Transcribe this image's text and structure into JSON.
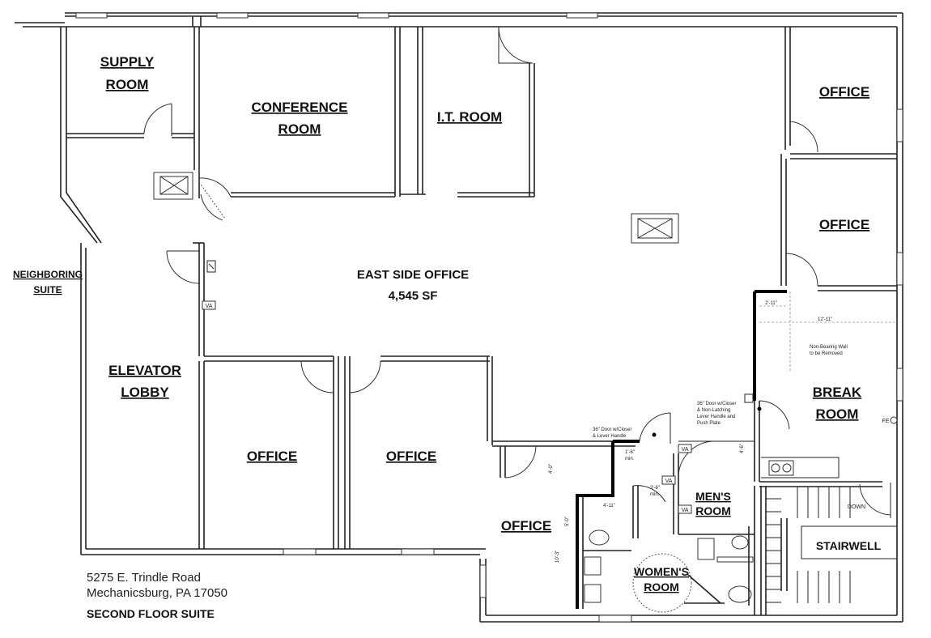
{
  "rooms": {
    "supply": [
      "SUPPLY",
      "ROOM"
    ],
    "conference": [
      "CONFERENCE",
      "ROOM"
    ],
    "it": "I.T. ROOM",
    "office_ne1": "OFFICE",
    "office_ne2": "OFFICE",
    "east_side": "EAST SIDE OFFICE",
    "east_side_area": "4,545 SF",
    "neighboring": [
      "NEIGHBORING",
      "SUITE"
    ],
    "elevator": [
      "ELEVATOR",
      "LOBBY"
    ],
    "office_s1": "OFFICE",
    "office_s2": "OFFICE",
    "office_s3": "OFFICE",
    "break": [
      "BREAK",
      "ROOM"
    ],
    "mens": [
      "MEN'S",
      "ROOM"
    ],
    "womens": [
      "WOMEN'S",
      "ROOM"
    ],
    "stairwell": "STAIRWELL"
  },
  "annotations": {
    "door1": [
      "36\" Door w/Closer",
      "& Lever Handle"
    ],
    "door2": [
      "36\" Door w/Closer",
      "& Non-Latching",
      "Lever Handle and",
      "Push Plate"
    ],
    "nonbearing": [
      "Non-Bearing Wall",
      "to be Removed"
    ],
    "dim_2_11": "2'-11\"",
    "dim_12_11": "12'-11\"",
    "dim_1_6": [
      "1'-6\"",
      "min."
    ],
    "dim_3_6": [
      "3'-6\"",
      "min."
    ],
    "dim_4_11": "4'-11\"",
    "dim_4_0": "4'-0\"",
    "dim_4_6": "4'-6\"",
    "dim_5_0": "5'-0\"",
    "dim_10_3": "10'-3\"",
    "va": "VA",
    "fe": "FE",
    "down": "DOWN"
  },
  "address": {
    "line1": "5275 E. Trindle Road",
    "line2": "Mechanicsburg, PA 17050"
  },
  "suite_title": "SECOND FLOOR SUITE"
}
